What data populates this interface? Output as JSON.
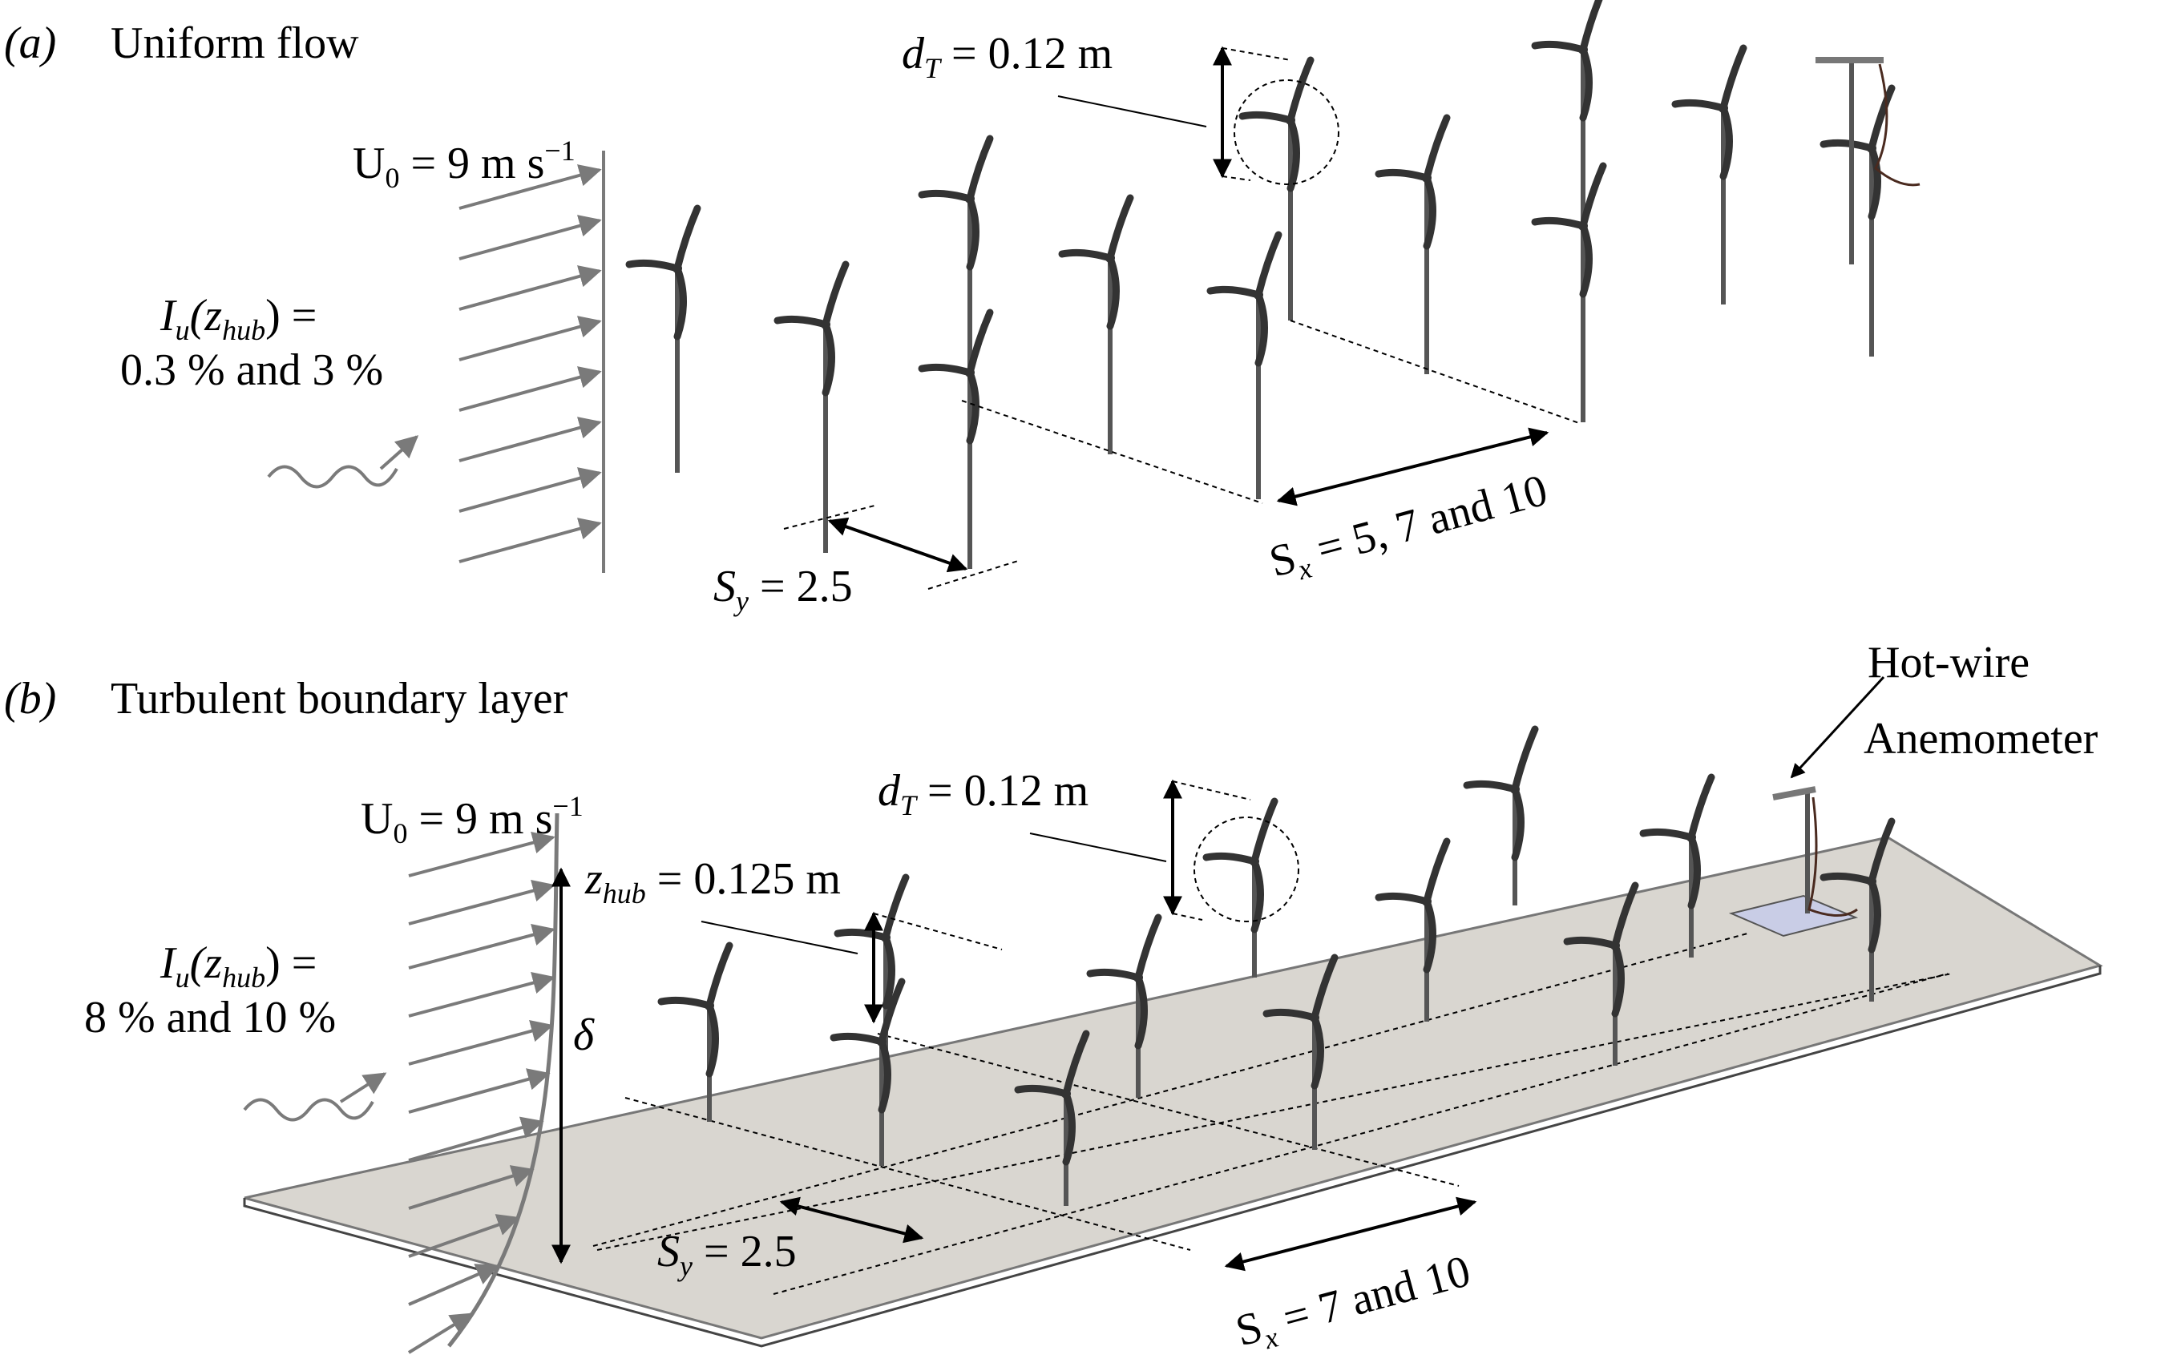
{
  "panel_a": {
    "letter": "(a)",
    "title": "Uniform flow",
    "u0_prefix": "U",
    "u0_sub": "0",
    "u0_value": " = 9  m s",
    "u0_exp": "−1",
    "iu_main": "I",
    "iu_sub_u": "u",
    "iu_paren_open": "(z",
    "iu_sub_hub": "hub",
    "iu_paren_close": ") =",
    "intensity": "0.3 %  and  3 %",
    "dt_main": "d",
    "dt_sub": "T",
    "dt_value": " = 0.12  m",
    "sy_main": "S",
    "sy_sub": "y",
    "sy_value": " = 2.5",
    "sx_main": "S",
    "sx_sub": "x",
    "sx_value": " = 5, 7 and 10"
  },
  "panel_b": {
    "letter": "(b)",
    "title": "Turbulent boundary layer",
    "u0_prefix": "U",
    "u0_sub": "0",
    "u0_value": " = 9  m s",
    "u0_exp": "−1",
    "iu_main": "I",
    "iu_sub_u": "u",
    "iu_paren_open": "(z",
    "iu_sub_hub": "hub",
    "iu_paren_close": ") =",
    "intensity": "8 %  and 10 %",
    "dt_main": "d",
    "dt_sub": "T",
    "dt_value": " = 0.12  m",
    "zhub_main": "z",
    "zhub_sub": "hub",
    "zhub_value": " = 0.125  m",
    "delta": "δ",
    "sy_main": "S",
    "sy_sub": "y",
    "sy_value": " = 2.5",
    "sx_main": "S",
    "sx_sub": "x",
    "sx_value": " = 7 and 10",
    "probe_line1": "Hot-wire",
    "probe_line2": "Anemometer"
  },
  "colors": {
    "arrow_gray": "#7a7a7a",
    "floor": "#d9d6d0",
    "turbine": "#333333",
    "probe_plate": "#c9cde6"
  }
}
